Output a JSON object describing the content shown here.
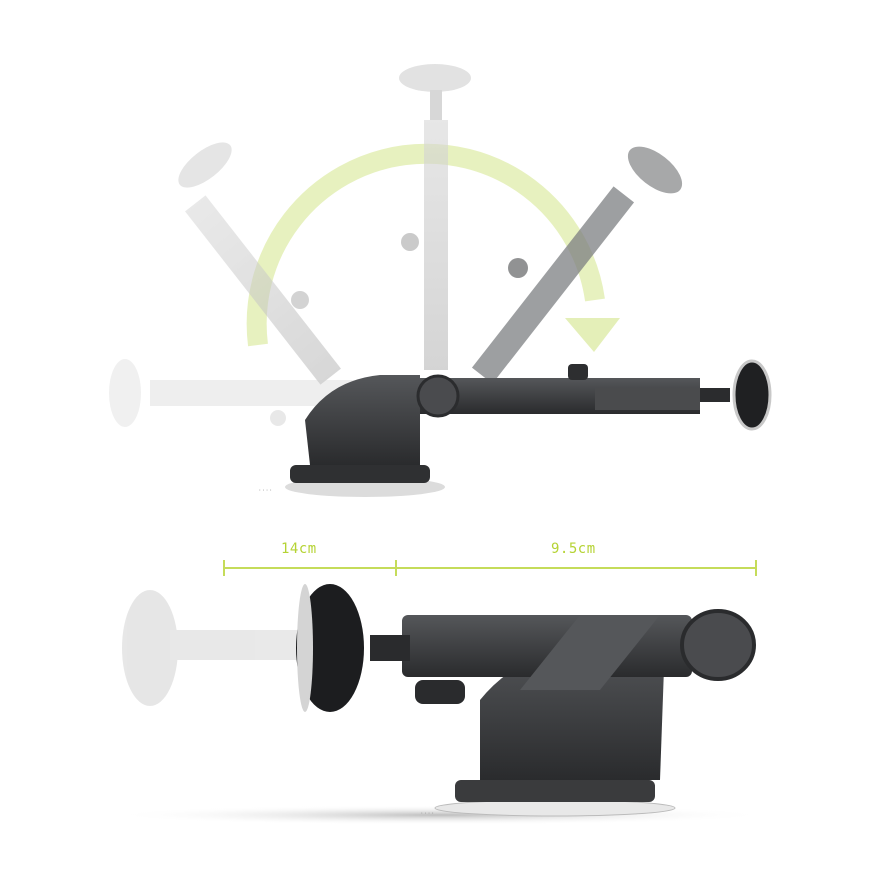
{
  "image": {
    "subject": "telescopic suction car phone mount",
    "accent_color": "#c5dc5a",
    "arrow_color": "#e4efb8",
    "product_dark": "#3a3b3d",
    "product_ghost": "#c9c9c9"
  },
  "top_view": {
    "description": "arm rotation range shown with ghosted positions and a curved arrow"
  },
  "dimensions": {
    "retracted_label": "14cm",
    "extension_label": "9.5cm"
  }
}
